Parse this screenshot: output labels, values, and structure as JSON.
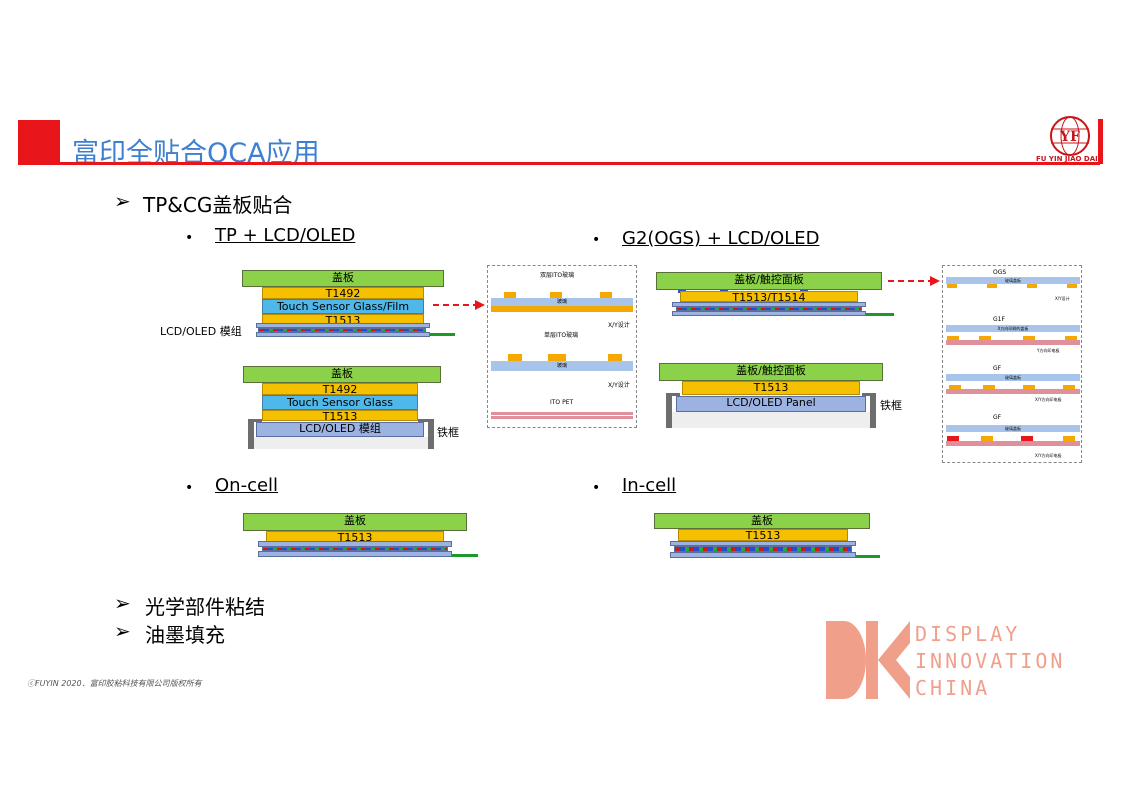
{
  "header": {
    "title": "富印全贴合OCA应用"
  },
  "logo": {
    "letters": "YF",
    "caption": "FU YIN JIAO DAI"
  },
  "sections": {
    "main": "TP&CG盖板贴合",
    "optical": "光学部件粘结",
    "ink": "油墨填充"
  },
  "sub": {
    "tp": "TP + LCD/OLED",
    "g2": "G2(OGS) + LCD/OLED",
    "oncell": "On-cell",
    "incell": "In-cell"
  },
  "bullet_mark": "•",
  "arrow_mark": "➢",
  "labels": {
    "cover": "盖板",
    "t1492": "T1492",
    "t1513": "T1513",
    "tsgf": "Touch Sensor Glass/Film",
    "tsg": "Touch Sensor Glass",
    "lcd_oled_module": "LCD/OLED 模组",
    "lcd_oled_module_side": "LCD/OLED 模组",
    "iron_frame": "铁框",
    "cover_touch": "盖板/触控面板",
    "t1513_t1514": "T1513/T1514",
    "lcd_oled_panel": "LCD/OLED Panel"
  },
  "ito_box": {
    "double": "双层ITO玻璃",
    "single": "单层ITO玻璃",
    "glass": "玻璃",
    "xy": "X/Y设计",
    "ito_pet": "ITO PET"
  },
  "ogs_box": {
    "ogs": "OGS",
    "cover_glass": "玻璃盖板",
    "xy": "X/Y设计",
    "g1f": "G1F",
    "xdir": "X方向印刷的盖板",
    "ydir": "Y方向印电极",
    "gf": "GF",
    "xydir": "X/Y方向印电极"
  },
  "brand": {
    "line1": "DISPLAY",
    "line2": "INNOVATION",
    "line3": "CHINA"
  },
  "copyright": "ⓒFUYIN 2020．富印胶粘科技有限公司版权所有",
  "colors": {
    "accent_red": "#e8151b",
    "title_blue": "#3f7fd0",
    "cover_green": "#8bd24a",
    "oca_orange": "#f5c000",
    "sensor_cyan": "#4fb8ea",
    "panel_blue": "#9cb2e0",
    "brand_salmon": "#f0a08a"
  }
}
